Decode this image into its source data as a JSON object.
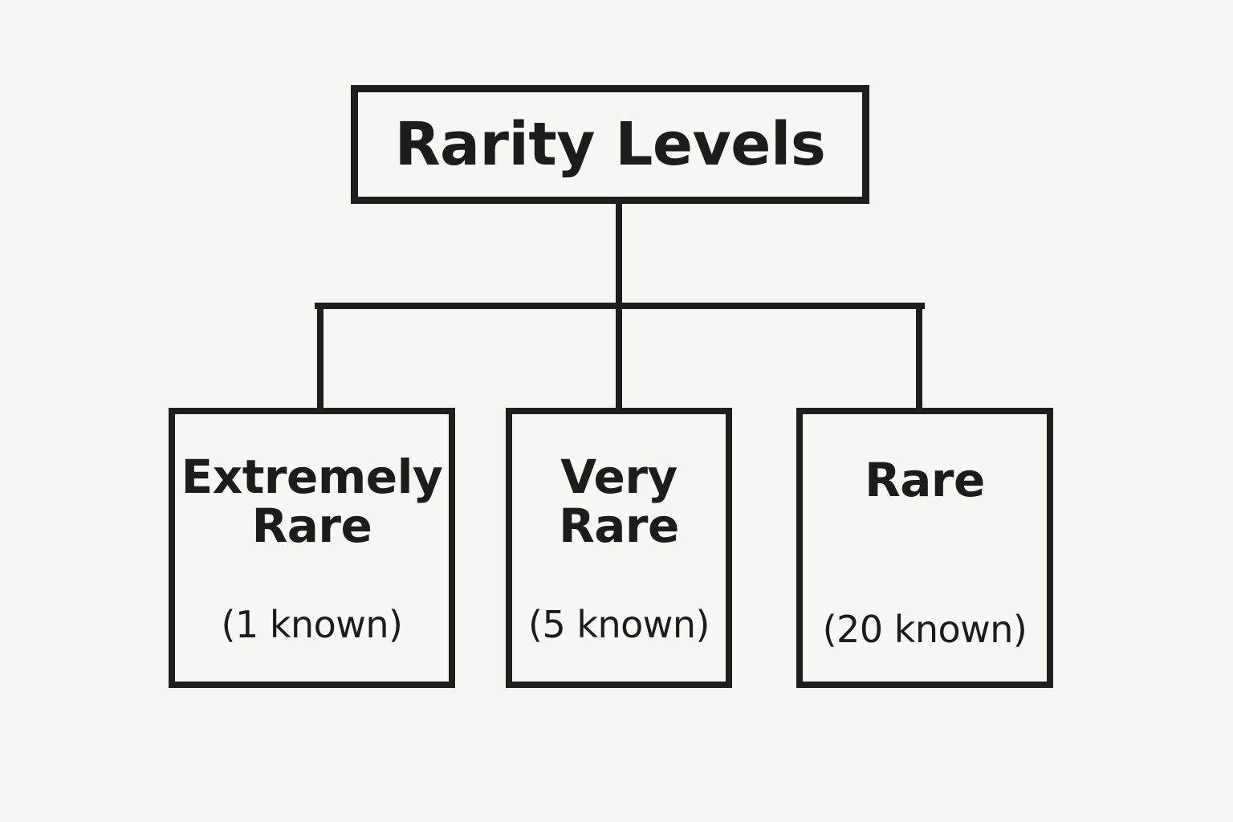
{
  "diagram": {
    "type": "hierarchy-tree",
    "background_color": "#f7f6f2",
    "stroke_color": "#1e1e1e",
    "text_color": "#1c1c1c",
    "root": {
      "label": "Rarity Levels"
    },
    "children": [
      {
        "label": "Extremely\nRare",
        "count_label": "(1 known)",
        "count": 1
      },
      {
        "label": "Very\nRare",
        "count_label": "(5 known)",
        "count": 5
      },
      {
        "label": "Rare",
        "count_label": "(20 known)",
        "count": 20
      }
    ]
  }
}
